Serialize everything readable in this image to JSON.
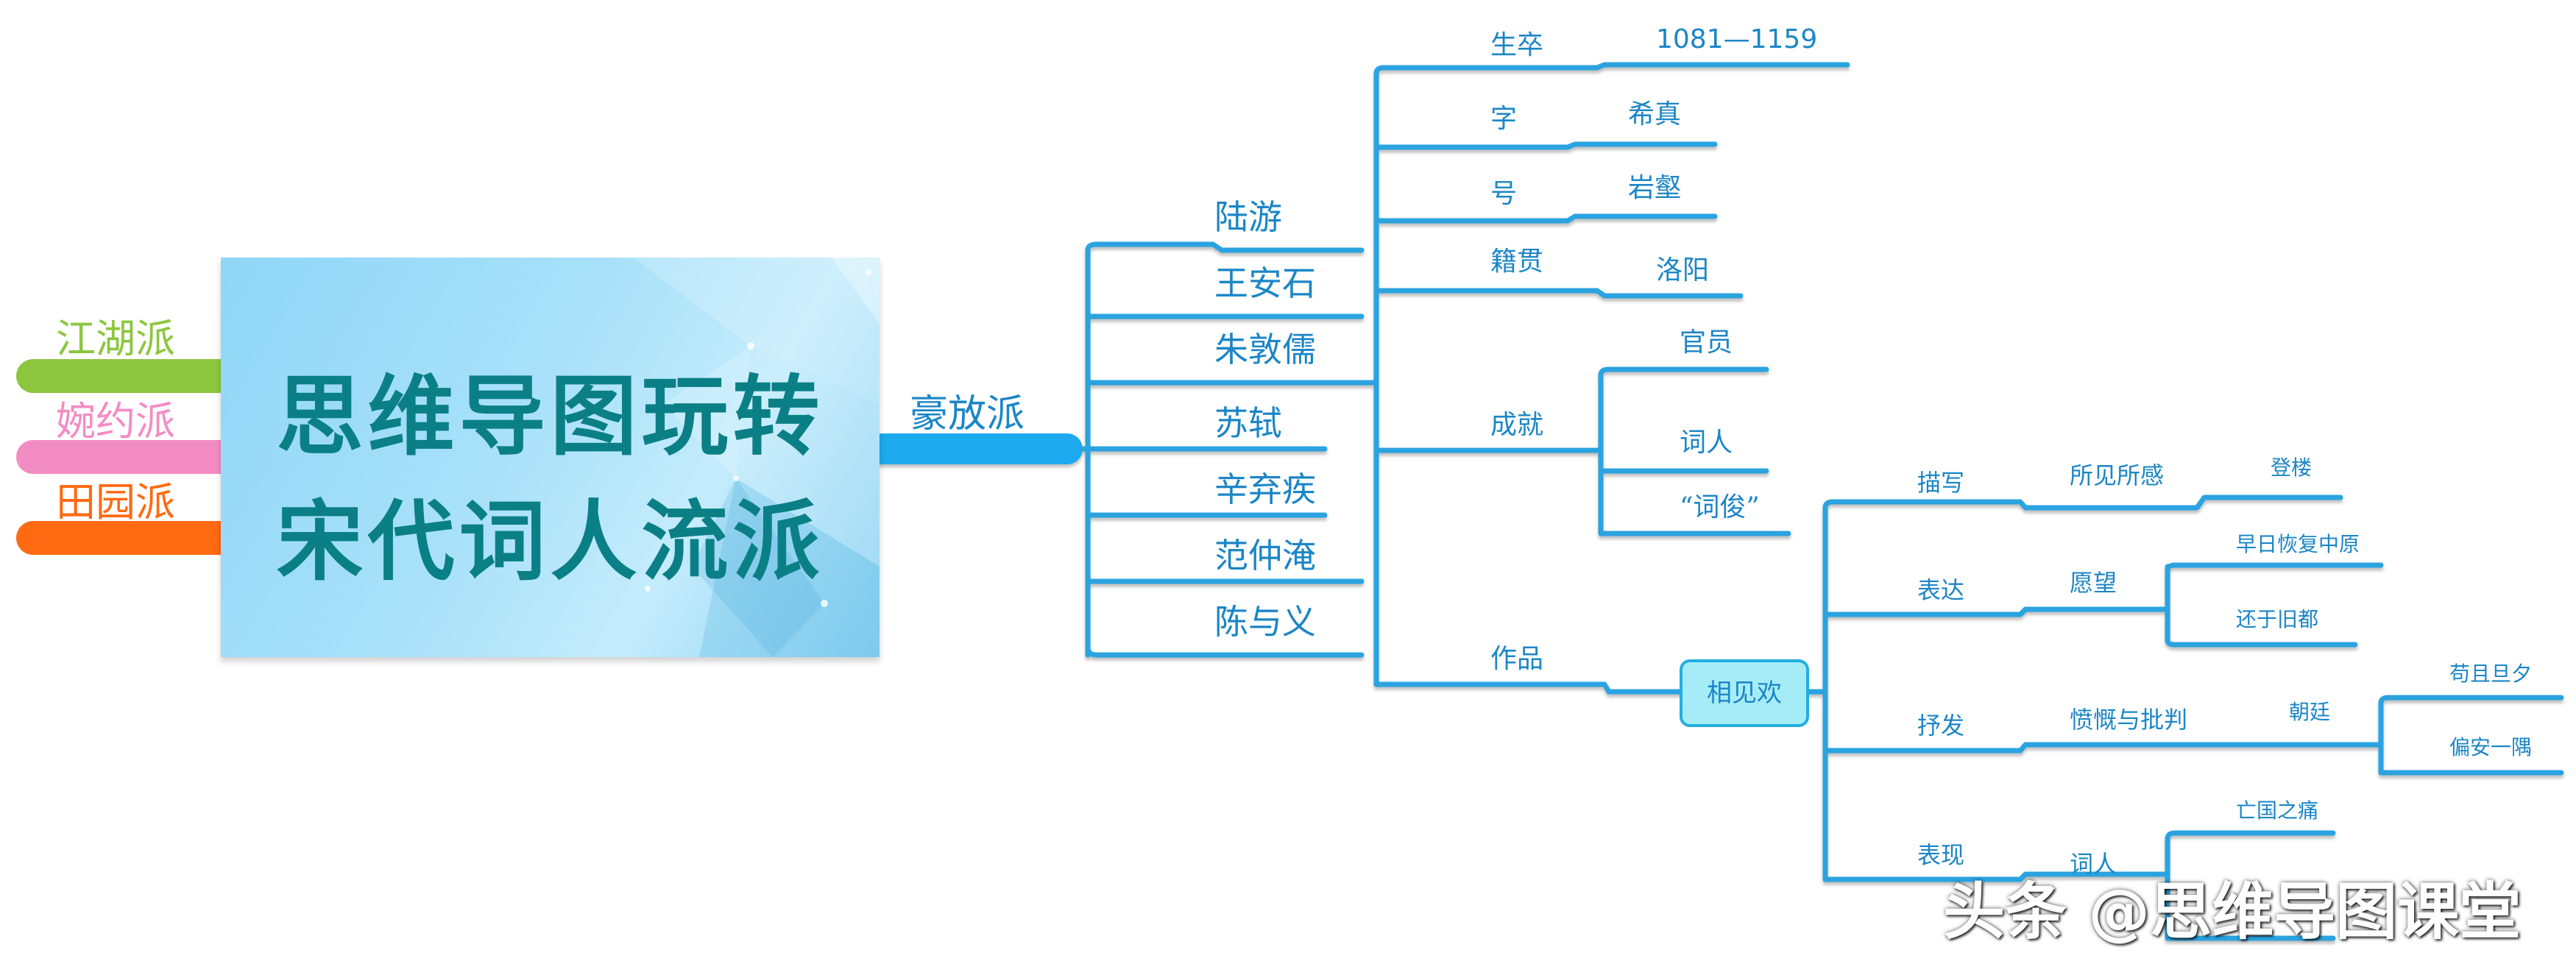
{
  "central_topic": {
    "line1": "思维导图玩转",
    "line2": "宋代词人流派"
  },
  "left_branches": [
    {
      "label": "江湖派",
      "color": "#8cc63f"
    },
    {
      "label": "婉约派",
      "color": "#f48cc4"
    },
    {
      "label": "田园派",
      "color": "#ff6a13"
    }
  ],
  "main_branch": {
    "label": "豪放派",
    "color": "#1fa9ee"
  },
  "poets": [
    "陆游",
    "王安石",
    "朱敦儒",
    "苏轼",
    "辛弃疾",
    "范仲淹",
    "陈与义"
  ],
  "attributes": {
    "life": {
      "label": "生卒",
      "value": "1081—1159"
    },
    "courtesy": {
      "label": "字",
      "value": "希真"
    },
    "art_name": {
      "label": "号",
      "value": "岩壑"
    },
    "hometown": {
      "label": "籍贯",
      "value": "洛阳"
    },
    "achievement": {
      "label": "成就",
      "items": [
        "官员",
        "词人",
        "“词俊”"
      ]
    },
    "works": {
      "label": "作品",
      "title": "相见欢"
    }
  },
  "poem_analysis": {
    "describe": {
      "label": "描写",
      "mid": "所见所感",
      "leaf": "登楼"
    },
    "express": {
      "label": "表达",
      "mid": "愿望",
      "leaves": [
        "早日恢复中原",
        "还于旧都"
      ]
    },
    "vent": {
      "label": "抒发",
      "mid": "愤慨与批判",
      "sub": "朝廷",
      "leaves": [
        "苟且旦夕",
        "偏安一隅"
      ]
    },
    "show": {
      "label": "表现",
      "mid": "词人",
      "leaves": [
        "亡国之痛",
        ""
      ]
    }
  },
  "watermark": "头条 @思维导图课堂",
  "colors": {
    "line": "#2aa3e0",
    "text": "#1b86c6",
    "central_text": "#0b7f86"
  }
}
